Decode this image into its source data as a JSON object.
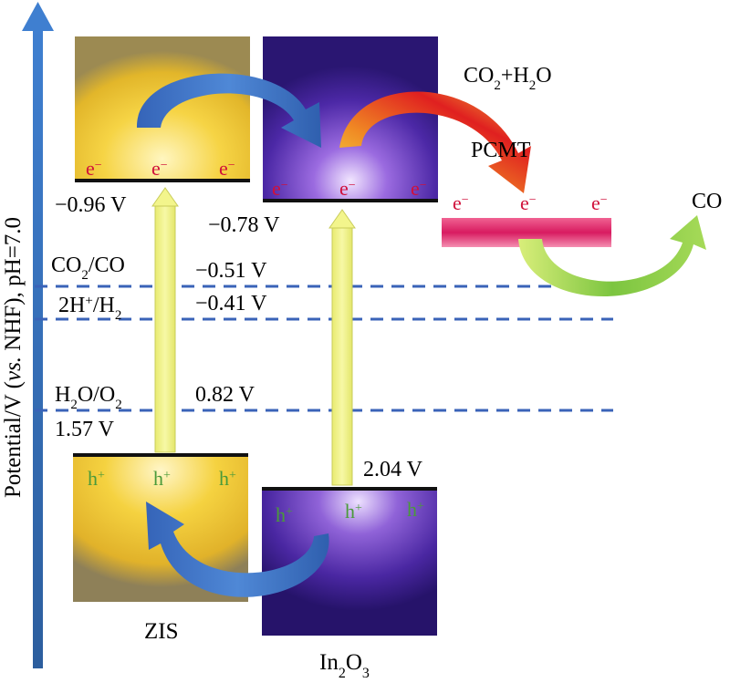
{
  "axis": {
    "label_main": "Potential/V (",
    "label_italic": "vs.",
    "label_end": " NHF), pH=7.0"
  },
  "materials": {
    "zis": {
      "name": "ZIS",
      "cb_potential": "−0.96 V",
      "vb_potential": "1.57 V"
    },
    "in2o3": {
      "name_base": "In",
      "sub1": "2",
      "mid": "O",
      "sub2": "3",
      "cb_potential": "−0.78 V",
      "vb_potential": "2.04 V"
    },
    "pcmt": {
      "name": "PCMT"
    }
  },
  "carriers": {
    "electron": "e",
    "electron_sup": "−",
    "hole": "h",
    "hole_sup": "+"
  },
  "redox_levels": {
    "co2_co": {
      "label_a": "CO",
      "sub": "2",
      "label_b": "/CO",
      "potential": "−0.51 V"
    },
    "h_h2": {
      "label_a": "2H",
      "sup": "+",
      "label_b": "/H",
      "sub": "2",
      "potential": "−0.41 V"
    },
    "h2o_o2": {
      "label_a": "H",
      "sub1": "2",
      "label_b": "O/O",
      "sub2": "2",
      "potential": "0.82 V"
    }
  },
  "reaction": {
    "reactant_a": "CO",
    "reactant_sub": "2",
    "reactant_b": "+H",
    "reactant_sub2": "2",
    "reactant_c": "O",
    "product": "CO"
  },
  "colors": {
    "axis": "#2f6db5",
    "dashed": "#3a63b8",
    "electron": "#d0103a",
    "hole": "#4a9a3a",
    "zis_fill": "#f3cf3f",
    "in2o3_fill": "#4b2aa4",
    "pcmt_bar": "#e0286b",
    "excitation_arrow": "#f3f58c",
    "transfer_arrow": "#3a6fc4"
  }
}
